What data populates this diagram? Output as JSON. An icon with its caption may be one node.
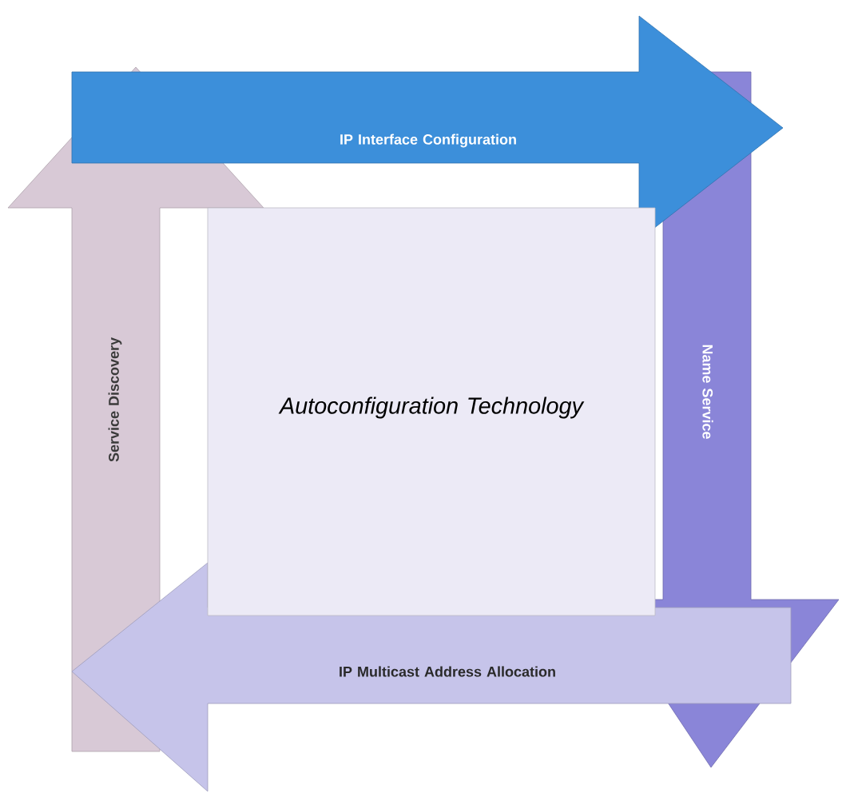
{
  "diagram": {
    "nodes": [
      {
        "text": [
          "IP Interface Configuration"
        ]
      },
      {
        "text": [
          "Service Discovery"
        ]
      },
      {
        "text": [
          "Autoconfiguration Technology"
        ]
      },
      {
        "text": [
          "Name Service"
        ]
      },
      {
        "text": [
          "IP Multicast Address Allocation"
        ]
      }
    ]
  }
}
